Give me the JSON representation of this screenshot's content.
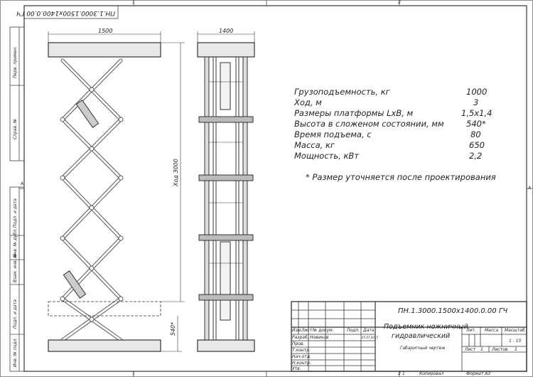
{
  "frame": {
    "zone_top_left": "1",
    "zone_top_right": "2",
    "zone_bottom_left": "1",
    "zone_bottom_right": "2",
    "zone_left": "A",
    "zone_right": "A",
    "stamp_mirror": "ПН.1.3000.1500х1400.0.00 ГЧ"
  },
  "side_strip": {
    "upper": [
      "Перв. примен.",
      "Справ. №"
    ],
    "lower": [
      "Подп. и дата",
      "Инв. № дубл.",
      "Взам. инв. №",
      "Подп. и дата",
      "Инв. № подл."
    ]
  },
  "drawing": {
    "dim_width_left": "1500",
    "dim_width_right": "1400",
    "dim_stroke": "Ход 3000",
    "dim_height_closed": "540*"
  },
  "specs": [
    {
      "label": "Грузоподъемность, кг",
      "value": "1000"
    },
    {
      "label": "Ход, м",
      "value": "3"
    },
    {
      "label": "Размеры платформы LxB, м",
      "value": "1,5х1,4"
    },
    {
      "label": "Высота в сложеном состоянии, мм",
      "value": "540*"
    },
    {
      "label": "Время подъема, с",
      "value": "80"
    },
    {
      "label": "Масса, кг",
      "value": "650"
    },
    {
      "label": "Мощность, кВт",
      "value": "2,2"
    }
  ],
  "note": "* Размер уточняется после проектирования",
  "title_block": {
    "designation": "ПН.1.3000.1500х1400.0.00 ГЧ",
    "name_line1": "Подъемник ножничный",
    "name_line2": "гидравлический",
    "doc_type": "Габаритный чертеж",
    "col_izm": "Изм.",
    "col_list": "Лист",
    "col_doc": "№ докум.",
    "col_sign": "Подп.",
    "col_date": "Дата",
    "row_razrab": "Разраб.",
    "razrab_name": "Новиков",
    "razrab_date": "07.07.2017",
    "row_prov": "Пров.",
    "row_tkontr": "Т.контр.",
    "row_nachotd": "Нач.отд.",
    "row_nkontr": "Н.контр.",
    "row_utv": "Утв.",
    "lit": "Лит.",
    "massa": "Масса",
    "masshtab": "Масштаб",
    "scale_value": "1 : 15",
    "sheet_label": "Лист",
    "sheet_value": "1",
    "sheets_label": "Листов",
    "sheets_value": "1"
  },
  "footer": {
    "page": "1",
    "copied": "Копировал",
    "format": "Формат А3"
  }
}
